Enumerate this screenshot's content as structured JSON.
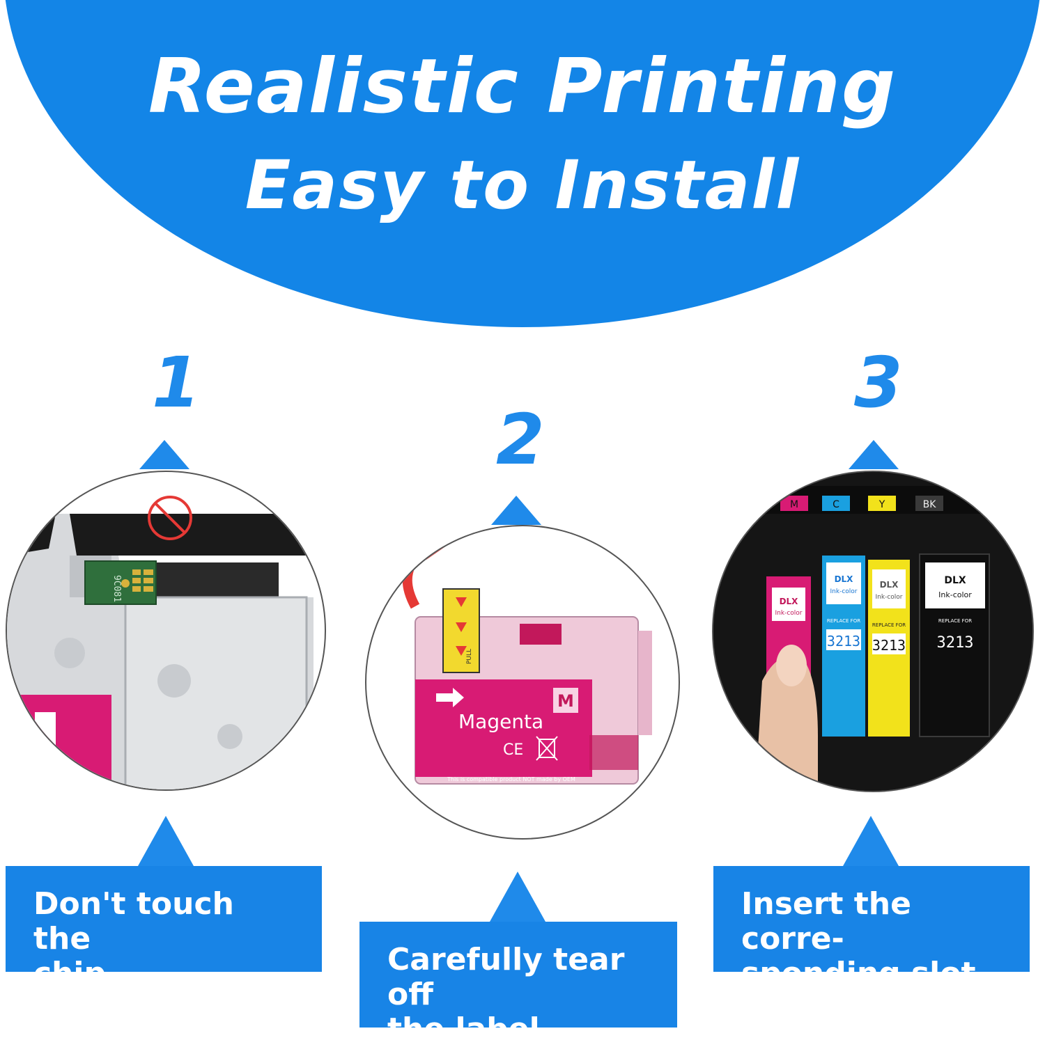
{
  "header": {
    "line1": "Realistic Printing",
    "line2": "Easy to Install"
  },
  "steps": [
    {
      "number": "1",
      "caption_line1": "Don't touch the",
      "caption_line2": "chip",
      "chip_code": "9C081"
    },
    {
      "number": "2",
      "caption_line1": "Carefully tear off",
      "caption_line2": "the label",
      "cartridge_color": "Magenta",
      "cartridge_letter": "M",
      "pull_tab": "PULL",
      "ce_mark": "CE",
      "fine_print": "This is compatible product NOT made by OEM"
    },
    {
      "number": "3",
      "caption_line1": "Insert the corre-",
      "caption_line2": "sponding slot",
      "slots": [
        "M",
        "C",
        "Y",
        "BK"
      ],
      "brand_line1": "DLX",
      "brand_line2": "Ink-color",
      "replace_text": "REPLACE FOR",
      "model": "3213"
    }
  ],
  "colors": {
    "primary_blue": "#1385e7",
    "magenta": "#d81b74",
    "cyan": "#1aa0e0",
    "yellow": "#f2e21b",
    "black": "#111111"
  }
}
